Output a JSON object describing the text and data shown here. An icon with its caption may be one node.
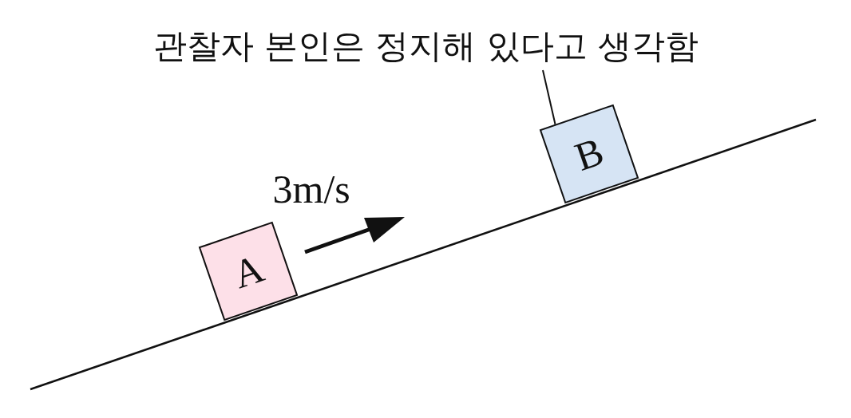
{
  "diagram": {
    "nodes": [
      {
        "text": [
          "관찰자 본인은 정지해 있다고 생각함"
        ]
      },
      {
        "text": [
          "A"
        ]
      },
      {
        "text": [
          "B"
        ]
      }
    ],
    "edges": [
      {
        "from": 0,
        "to": 2,
        "arrow": "none"
      }
    ],
    "labels": [
      "3m/s"
    ]
  }
}
